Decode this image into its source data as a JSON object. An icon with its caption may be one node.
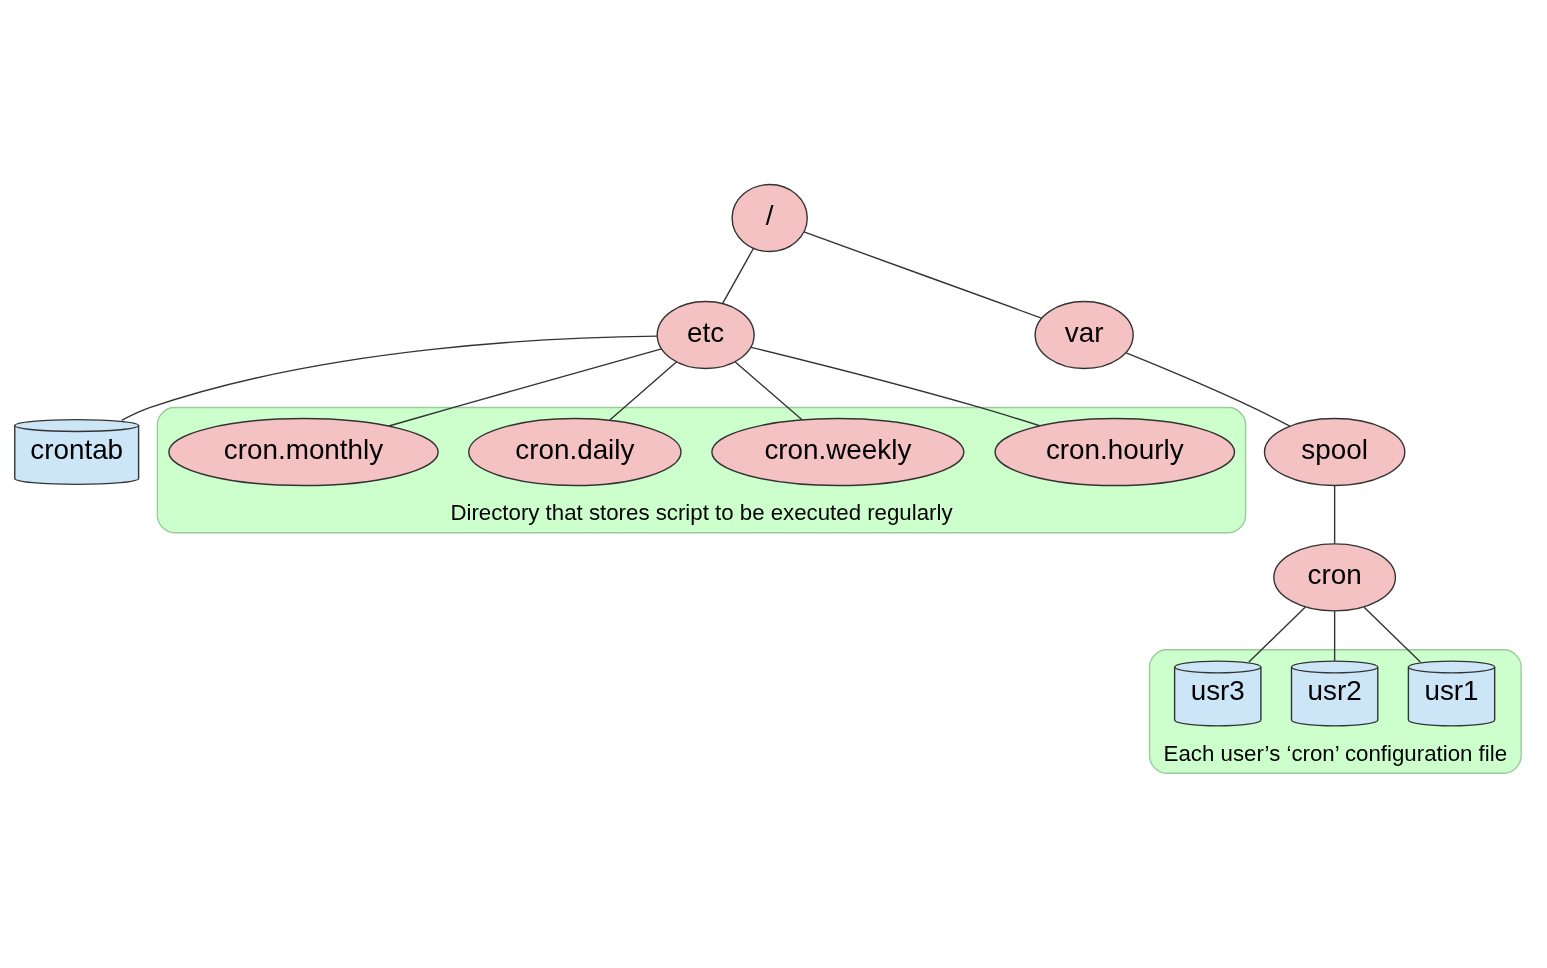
{
  "diagram": {
    "nodes": [
      {
        "text": [
          "/"
        ]
      },
      {
        "text": [
          "etc"
        ]
      },
      {
        "text": [
          "var"
        ]
      },
      {
        "text": [
          "crontab"
        ]
      },
      {
        "text": [
          "Directory that stores script to be executed regularly"
        ]
      },
      {
        "text": [
          "cron.hourly"
        ],
        "in": 4
      },
      {
        "text": [
          "cron.weekly"
        ],
        "in": 4
      },
      {
        "text": [
          "cron.daily"
        ],
        "in": 4
      },
      {
        "text": [
          "cron.monthly"
        ],
        "in": 4
      },
      {
        "text": [
          "spool"
        ]
      },
      {
        "text": [
          "cron"
        ]
      },
      {
        "text": [
          "Each user’s ‘cron’ configuration file"
        ]
      },
      {
        "text": [
          "usr1"
        ],
        "in": 11
      },
      {
        "text": [
          "usr2"
        ],
        "in": 11
      },
      {
        "text": [
          "usr3"
        ],
        "in": 11
      }
    ],
    "edges": [
      {
        "from": 0,
        "to": 1,
        "arrow": "none"
      },
      {
        "from": 0,
        "to": 2,
        "arrow": "none"
      },
      {
        "from": 1,
        "to": 3,
        "arrow": "none"
      },
      {
        "from": 1,
        "to": 5,
        "arrow": "none"
      },
      {
        "from": 1,
        "to": 6,
        "arrow": "none"
      },
      {
        "from": 1,
        "to": 7,
        "arrow": "none"
      },
      {
        "from": 1,
        "to": 8,
        "arrow": "none"
      },
      {
        "from": 2,
        "to": 9,
        "arrow": "none"
      },
      {
        "from": 9,
        "to": 10,
        "arrow": "none"
      },
      {
        "from": 10,
        "to": 12,
        "arrow": "none"
      },
      {
        "from": 10,
        "to": 13,
        "arrow": "none"
      },
      {
        "from": 10,
        "to": 14,
        "arrow": "none"
      }
    ]
  }
}
